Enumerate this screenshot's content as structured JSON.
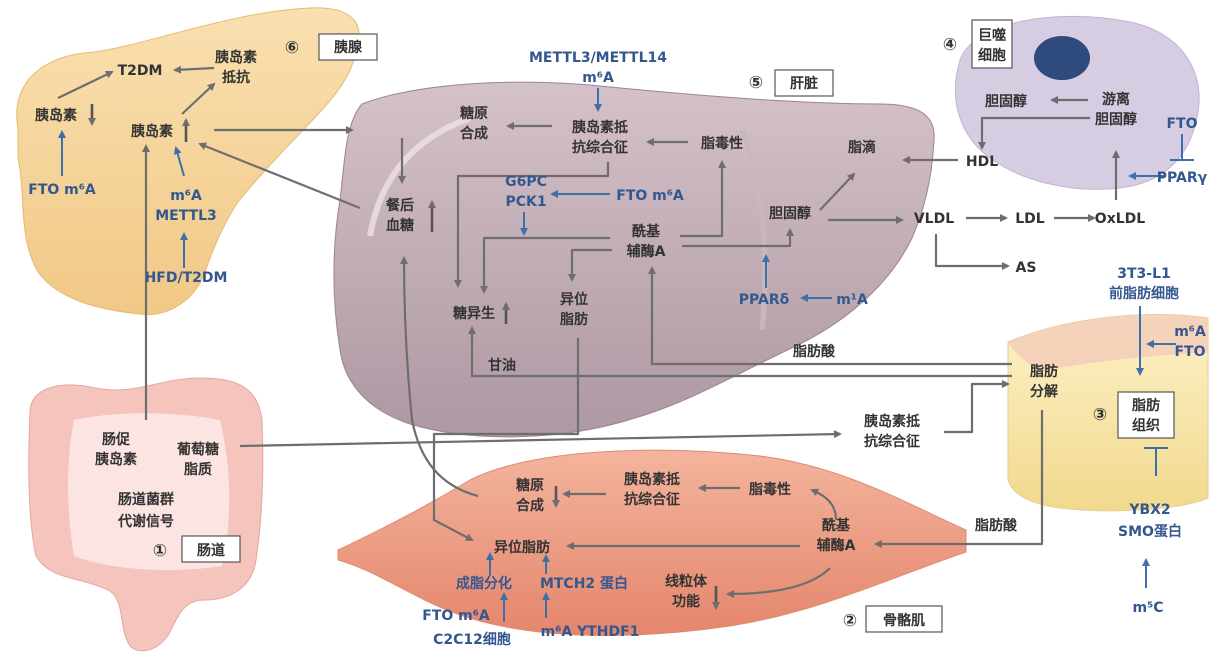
{
  "pancreas": {
    "number": "⑥",
    "name": "胰腺",
    "t2dm": "T2DM",
    "insulin_resistance_1": "胰岛素",
    "insulin_resistance_2": "抵抗",
    "insulin_down": "胰岛素",
    "insulin_up": "胰岛素",
    "fto_m6a": "FTO m⁶A",
    "m6a": "m⁶A",
    "mettl3": "METTL3",
    "hfd_t2dm": "HFD/T2DM"
  },
  "liver": {
    "mettl3_mettl14": "METTL3/METTL14",
    "m6a": "m⁶A",
    "number": "⑤",
    "name": "肝脏",
    "glycogen_synthesis_1": "糖原",
    "glycogen_synthesis_2": "合成",
    "insulin_resistance_1": "胰岛素抵",
    "insulin_resistance_2": "抗综合征",
    "lipotoxicity": "脂毒性",
    "lipid_droplet": "脂滴",
    "g6pc": "G6PC",
    "pck1": "PCK1",
    "fto_m6a": "FTO m⁶A",
    "postprandial_glucose_1": "餐后",
    "postprandial_glucose_2": "血糖",
    "cholesterol": "胆固醇",
    "acetyl_coa_1": "酰基",
    "acetyl_coa_2": "辅酶A",
    "ectopic_fat_1": "异位",
    "ectopic_fat_2": "脂肪",
    "gluconeogenesis": "糖异生",
    "ppard": "PPARδ",
    "m1a": "m¹A",
    "fatty_acid": "脂肪酸",
    "glycerol": "甘油"
  },
  "lipoprotein": {
    "vldl": "VLDL",
    "ldl": "LDL",
    "oxldl": "OxLDL",
    "as": "AS",
    "hdl": "HDL"
  },
  "macrophage": {
    "number": "④",
    "name_1": "巨噬",
    "name_2": "细胞",
    "free_cholesterol_1": "游离",
    "free_cholesterol_2": "胆固醇",
    "cholesterol": "胆固醇",
    "fto": "FTO",
    "ppargamma": "PPARγ"
  },
  "adipose": {
    "cell_line": "3T3-L1",
    "preadipocyte": "前脂肪细胞",
    "m6a": "m⁶A",
    "fto": "FTO",
    "lipolysis_1": "脂肪",
    "lipolysis_2": "分解",
    "number": "③",
    "name_1": "脂肪",
    "name_2": "组织",
    "ybx2": "YBX2",
    "smo_protein": "SMO蛋白",
    "m5c": "m⁵C"
  },
  "systemic": {
    "insulin_resistance_1": "胰岛素抵",
    "insulin_resistance_2": "抗综合征",
    "fatty_acid": "脂肪酸"
  },
  "gut": {
    "incretin_1": "肠促",
    "incretin_2": "胰岛素",
    "glucose_lipid_1": "葡萄糖",
    "glucose_lipid_2": "脂质",
    "microbiota_1": "肠道菌群",
    "microbiota_2": "代谢信号",
    "number": "①",
    "name": "肠道"
  },
  "muscle": {
    "glycogen_synthesis_1": "糖原",
    "glycogen_synthesis_2": "合成",
    "insulin_resistance_1": "胰岛素抵",
    "insulin_resistance_2": "抗综合征",
    "lipotoxicity": "脂毒性",
    "acetyl_coa_1": "酰基",
    "acetyl_coa_2": "辅酶A",
    "ectopic_fat": "异位脂肪",
    "adipogenic_differentiation": "成脂分化",
    "mtch2_protein": "MTCH2 蛋白",
    "mito_function_1": "线粒体",
    "mito_function_2": "功能",
    "fto_m6a": "FTO m⁶A",
    "c2c12": "C2C12细胞",
    "m6a_ythdf1": "m⁶A YTHDF1",
    "number": "②",
    "name": "骨骼肌"
  },
  "colors": {
    "text": "#333333",
    "regulator_blue": "#33578f",
    "flow_arrow_gray": "#6e6e6e",
    "pancreas": "#f4d29a",
    "liver": "#c3aeb7",
    "macrophage": "#d6cde2",
    "nucleus": "#2f4a7c",
    "adipose": "#f7e4a8",
    "muscle": "#ec9e84",
    "intestine": "#f5c4bd"
  }
}
